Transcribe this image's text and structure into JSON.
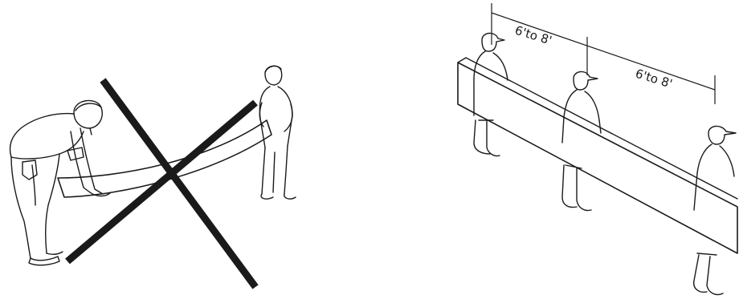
{
  "dimensions": [
    {
      "label": "6'to 8'"
    },
    {
      "label": "6'to 8'"
    }
  ],
  "colors": {
    "ink": "#1a1a1a",
    "background": "#ffffff"
  },
  "icons": [
    "prohibited-x-mark"
  ]
}
